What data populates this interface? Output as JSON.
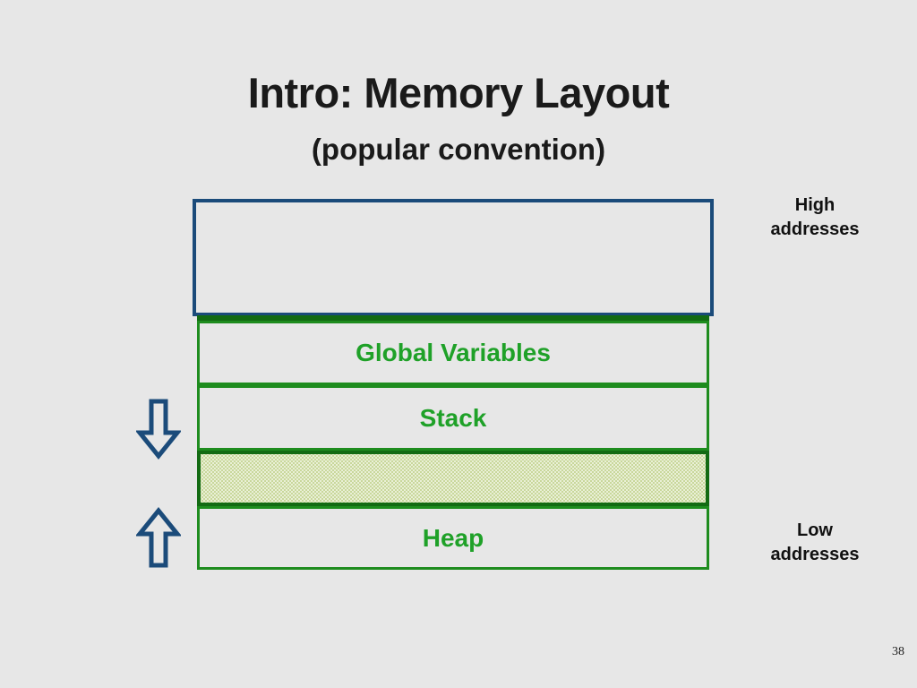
{
  "colors": {
    "background": "#e7e7e7",
    "blue-border": "#1b4b7a",
    "green-border": "#1e8c1e",
    "dark-green": "#136b13",
    "green-text": "#1fa128",
    "title-text": "#1a1a1a",
    "hatch-base": "#c9d79b",
    "hatch-dot": "#f4f8ea"
  },
  "slide": {
    "title": "Intro: Memory Layout",
    "subtitle": "(popular convention)",
    "page_number": "38"
  },
  "diagram": {
    "boxes": {
      "top_empty": {
        "label": ""
      },
      "global": {
        "label": "Global Variables"
      },
      "stack": {
        "label": "Stack"
      },
      "hatched": {
        "label": ""
      },
      "heap": {
        "label": "Heap"
      }
    },
    "side_labels": {
      "high": "High addresses",
      "low": "Low addresses"
    },
    "arrows": {
      "down": "stack-grows-down-arrow",
      "up": "heap-grows-up-arrow"
    }
  }
}
